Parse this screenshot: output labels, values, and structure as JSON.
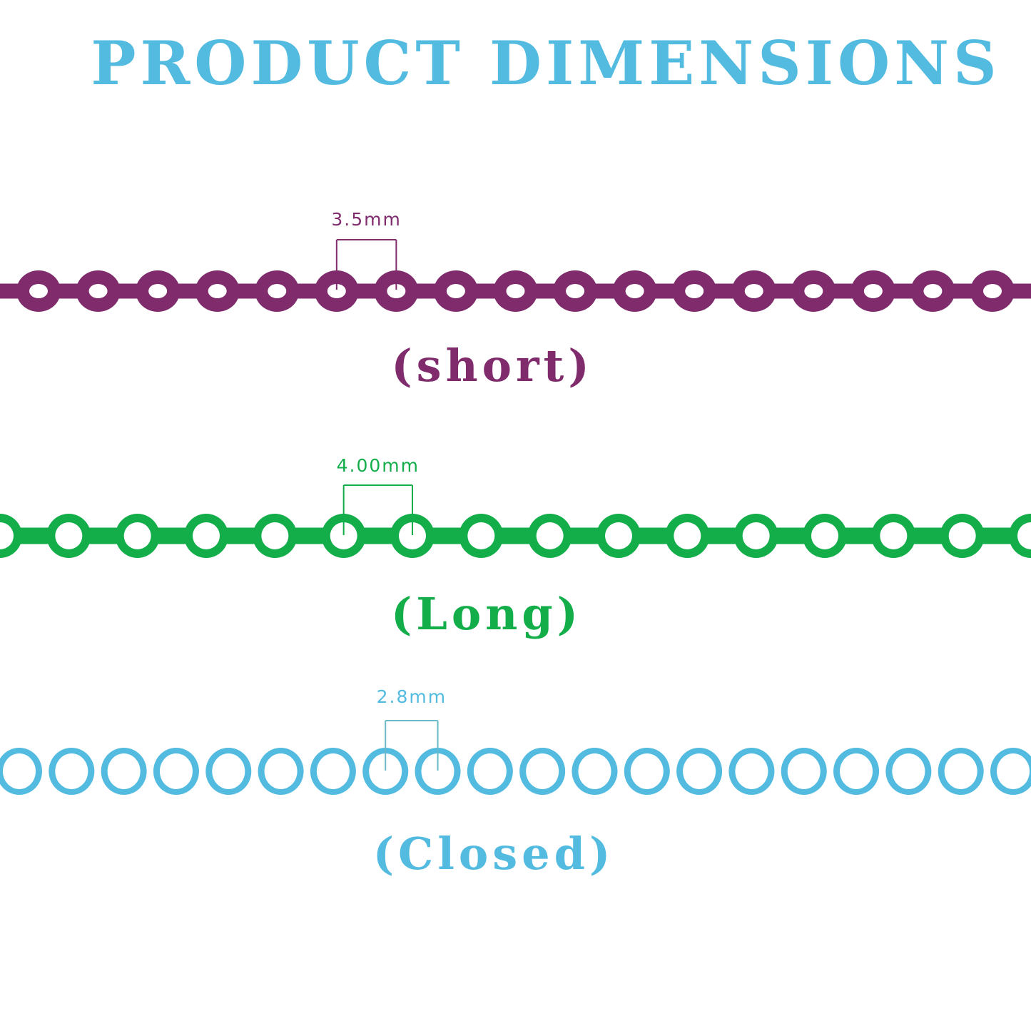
{
  "title": "PRODUCT DIMENSIONS",
  "colors": {
    "title": "#53bbe0",
    "short": "#7f2b6c",
    "long": "#13ad4a",
    "closed": "#53bbe0",
    "hole": "#ffffff"
  },
  "chains": [
    {
      "id": "short",
      "style": "short",
      "color_key": "short",
      "spacing_label": "3.5mm",
      "caption": "(short)",
      "link_count": 17
    },
    {
      "id": "long",
      "style": "long",
      "color_key": "long",
      "spacing_label": "4.00mm",
      "caption": "(Long)",
      "link_count": 16
    },
    {
      "id": "closed",
      "style": "closed",
      "color_key": "closed",
      "spacing_label": "2.8mm",
      "caption": "(Closed)",
      "link_count": 20
    }
  ]
}
